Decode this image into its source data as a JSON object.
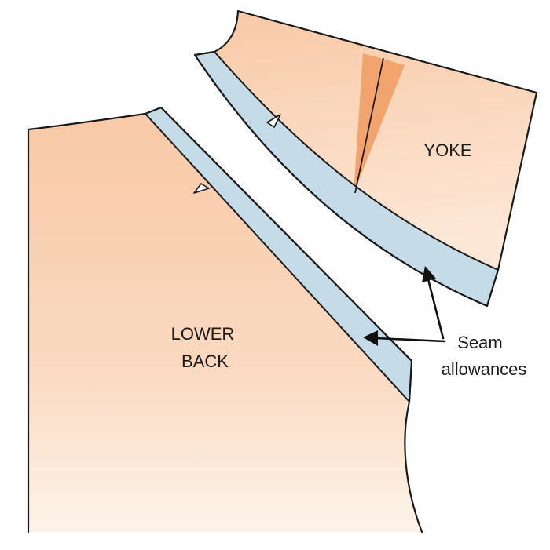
{
  "labels": {
    "yoke": "YOKE",
    "lower_back": [
      "LOWER",
      "BACK"
    ],
    "callout": [
      "Seam",
      "allowances"
    ]
  },
  "colors": {
    "piece_fill_top": "#f8c9a6",
    "piece_fill_bottom": "#fdf3ea",
    "seam_allowance": "#c5dbe7",
    "dart": "#f2a46e",
    "outline": "#1a1a1a"
  }
}
